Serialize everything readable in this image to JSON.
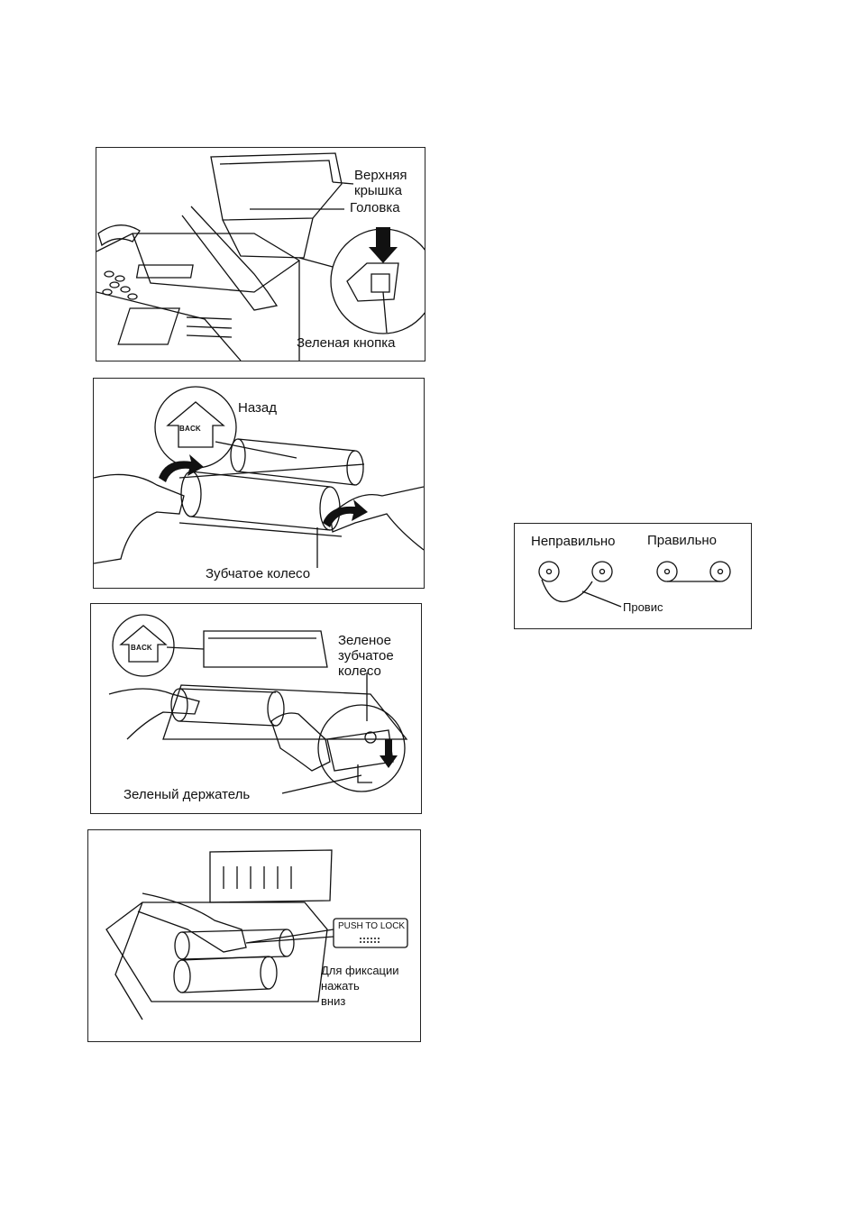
{
  "panel1": {
    "top_cover_label_line1": "Верхняя",
    "top_cover_label_line2": "крышка",
    "head_label": "Головка",
    "green_button_label": "Зеленая кнопка"
  },
  "panel2": {
    "back_label": "Назад",
    "back_arrow_text": "BACK",
    "gear_label": "Зубчатое колесо"
  },
  "panel3": {
    "back_arrow_text": "BACK",
    "green_gear_line1": "Зеленое",
    "green_gear_line2": "зубчатое",
    "green_gear_line3": "колесо",
    "green_holder_label": "Зеленый держатель"
  },
  "panel4": {
    "push_to_lock_text": "PUSH TO LOCK",
    "press_line1": "Для фиксации",
    "press_line2": "нажать",
    "press_line3": "вниз"
  },
  "slack_diagram": {
    "incorrect_label": "Неправильно",
    "correct_label": "Правильно",
    "slack_label": "Провис"
  }
}
